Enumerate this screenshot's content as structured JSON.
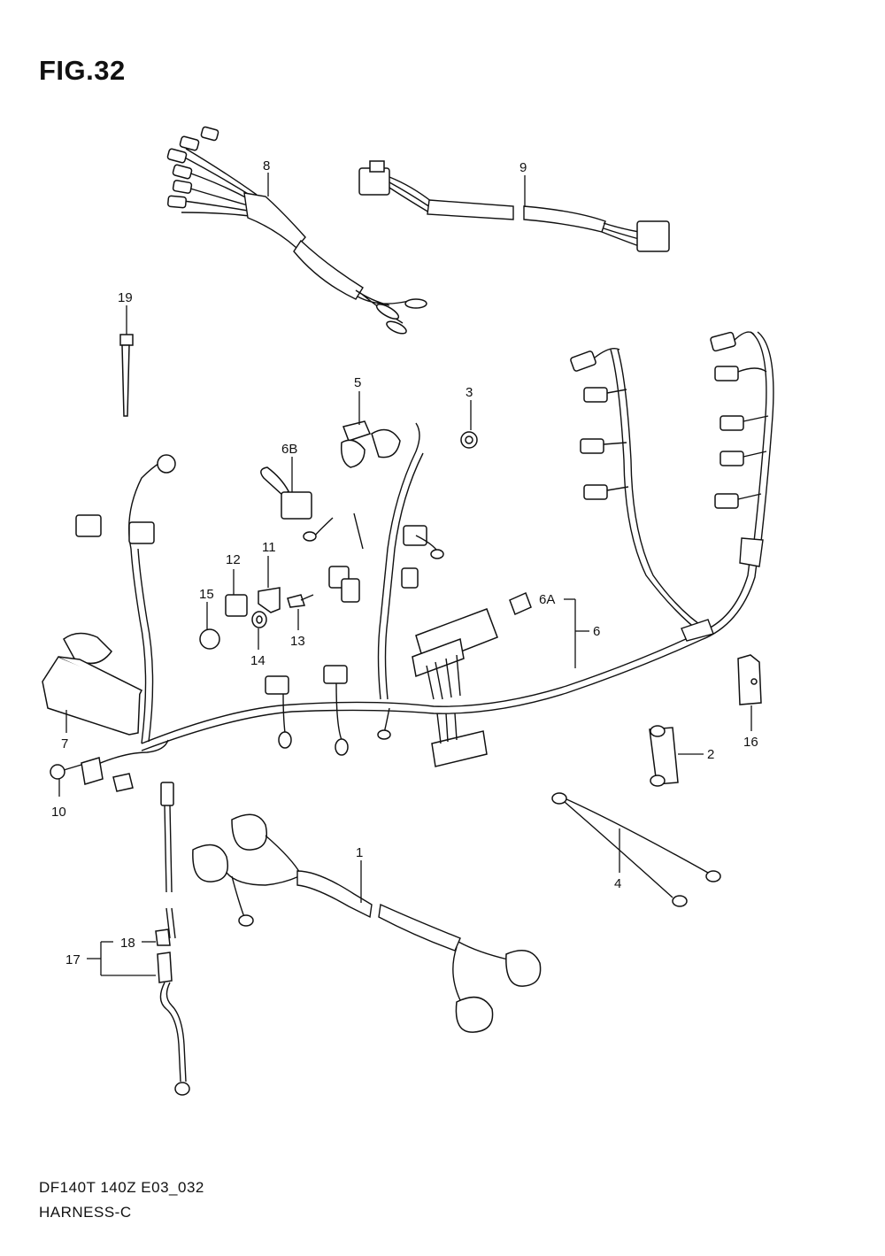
{
  "figure": {
    "title": "FIG.32",
    "code": "DF140T 140Z E03_032",
    "name": "HARNESS-C"
  },
  "callouts": [
    "8",
    "9",
    "19",
    "5",
    "3",
    "6B",
    "11",
    "12",
    "15",
    "13",
    "14",
    "6A",
    "6",
    "7",
    "10",
    "2",
    "16",
    "1",
    "4",
    "18",
    "17"
  ]
}
